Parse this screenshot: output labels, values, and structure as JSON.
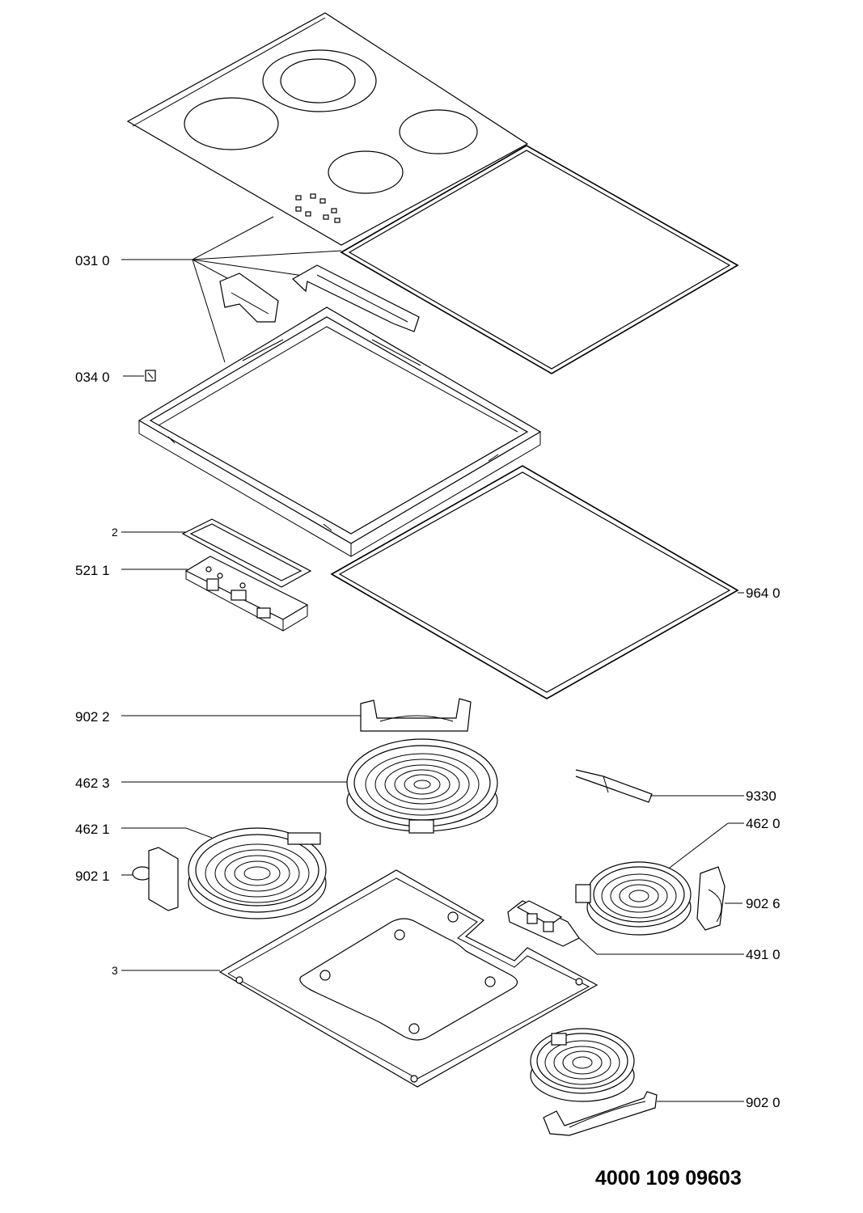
{
  "labels": {
    "l0310": "031 0",
    "l0340": "034 0",
    "l2": "2",
    "l5211": "521 1",
    "l9640": "964 0",
    "l9022": "902 2",
    "l4623": "462 3",
    "l9330": "9330",
    "l4621": "462 1",
    "l4620": "462 0",
    "l9021": "902 1",
    "l9026": "902 6",
    "l3": "3",
    "l4910": "491 0",
    "l9020": "902 0"
  },
  "document_number": "4000 109 09603"
}
